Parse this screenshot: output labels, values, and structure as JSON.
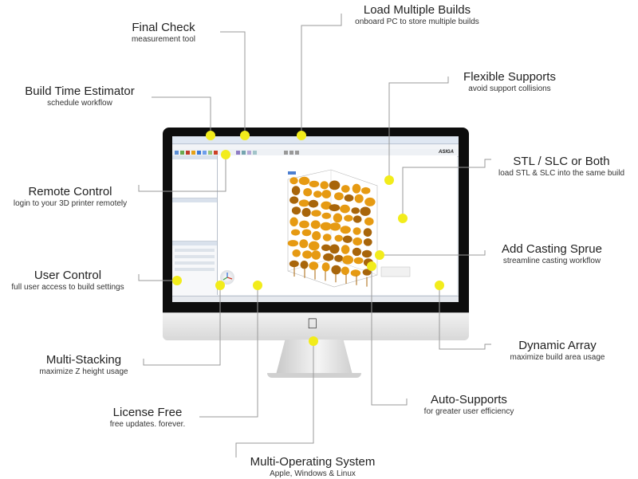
{
  "callouts": {
    "final_check": {
      "title": "Final Check",
      "sub": "measurement tool"
    },
    "load_multiple_builds": {
      "title": "Load Multiple Builds",
      "sub": "onboard PC to store multiple builds"
    },
    "build_time_estimator": {
      "title": "Build Time Estimator",
      "sub": "schedule workflow"
    },
    "flexible_supports": {
      "title": "Flexible Supports",
      "sub": "avoid support collisions"
    },
    "stl_slc": {
      "title": "STL / SLC or Both",
      "sub": "load STL & SLC into the same build"
    },
    "remote_control": {
      "title": "Remote Control",
      "sub": "login to your 3D printer remotely"
    },
    "add_casting_sprue": {
      "title": "Add Casting Sprue",
      "sub": "streamline casting workflow"
    },
    "user_control": {
      "title": "User Control",
      "sub": "full user access to build settings"
    },
    "dynamic_array": {
      "title": "Dynamic Array",
      "sub": "maximize build area usage"
    },
    "multi_stacking": {
      "title": "Multi-Stacking",
      "sub": "maximize Z height usage"
    },
    "auto_supports": {
      "title": "Auto-Supports",
      "sub": "for greater user efficiency"
    },
    "license_free": {
      "title": "License Free",
      "sub": "free updates. forever."
    },
    "multi_os": {
      "title": "Multi-Operating System",
      "sub": "Apple, Windows & Linux"
    }
  },
  "screen": {
    "brand": "ASIGA"
  },
  "colors": {
    "marker": "#f2ec1b",
    "leader": "#9a9a9a",
    "part_orange": "#e69a12",
    "part_dark": "#a8650a"
  }
}
